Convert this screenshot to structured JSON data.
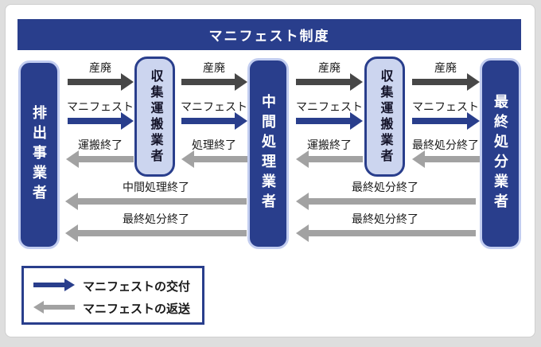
{
  "title": "マニフェスト制度",
  "colors": {
    "page_bg": "#dedede",
    "panel_bg": "#ffffff",
    "navy": "#293e8c",
    "light_blue_fill": "#ccd5ef",
    "light_border": "#c2cdf0",
    "dark_arrow": "#474747",
    "blue_arrow": "#293e8c",
    "gray_arrow": "#a2a2a2",
    "label_text": "#1a1a1a"
  },
  "nodes": {
    "generator": "排出事業者",
    "transporter1": "収集運搬業者",
    "intermediate": "中間処理業者",
    "transporter2": "収集運搬業者",
    "final": "最終処分業者"
  },
  "flows": {
    "seg1": {
      "waste": "産廃",
      "manifest": "マニフェスト",
      "return_label": "運搬終了"
    },
    "seg2": {
      "waste": "産廃",
      "manifest": "マニフェスト",
      "return_label": "処理終了"
    },
    "seg3": {
      "waste": "産廃",
      "manifest": "マニフェスト",
      "return_label": "運搬終了"
    },
    "seg4": {
      "waste": "産廃",
      "manifest": "マニフェスト",
      "return_label": "最終処分終了"
    },
    "row4_left": "中間処理終了",
    "row4_right": "最終処分終了",
    "row5_left": "最終処分終了",
    "row5_right": "最終処分終了"
  },
  "legend": {
    "issue_label": "マニフェストの交付",
    "return_label": "マニフェストの返送"
  }
}
